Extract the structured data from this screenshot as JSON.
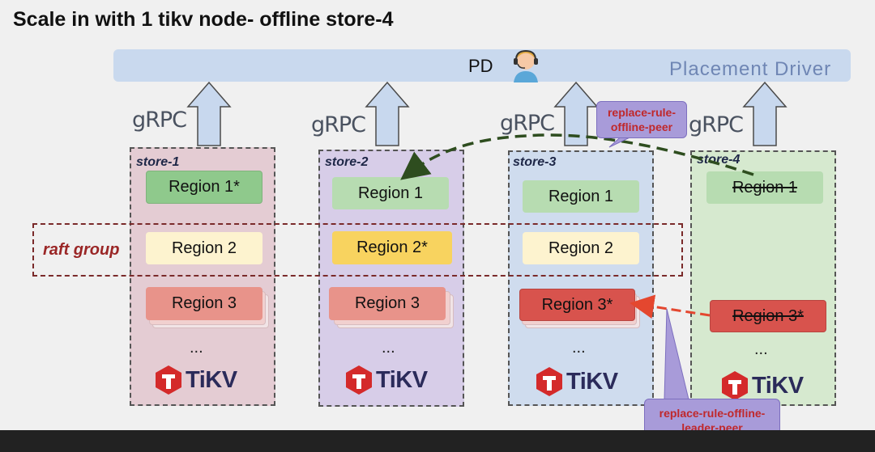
{
  "title": "Scale in with 1 tikv node- offline store-4",
  "pd": {
    "label": "PD",
    "subtitle": "Placement Driver"
  },
  "grpc_label": "gRPC",
  "raft_group_label": "raft group",
  "tikv_label": "TiKV",
  "ellipsis": "...",
  "stores": [
    {
      "label": "store-1",
      "regions": [
        "Region 1*",
        "Region 2",
        "Region 3"
      ]
    },
    {
      "label": "store-2",
      "regions": [
        "Region 1",
        "Region 2*",
        "Region 3"
      ]
    },
    {
      "label": "store-3",
      "regions": [
        "Region 1",
        "Region 2",
        "Region 3*"
      ]
    },
    {
      "label": "store-4",
      "regions": [
        "Region 1",
        "Region 3*"
      ],
      "offline": true
    }
  ],
  "callouts": {
    "peer": "replace-rule-offline-peer",
    "leader": "replace-rule-offline-leader-peer"
  },
  "colors": {
    "leader_region1": "#8fc98c",
    "region1": "#b7dcb1",
    "region2": "#fdf3cf",
    "region2_leader": "#f8d35f",
    "region3": "#e8938a",
    "region3_leader": "#d8534d",
    "store1_bg": "#e4ccd3",
    "store2_bg": "#d7cde8",
    "store3_bg": "#cfdcee",
    "store4_bg": "#d6e9cf",
    "arrow_green": "#2e4d1f",
    "arrow_red": "#e4472f"
  }
}
